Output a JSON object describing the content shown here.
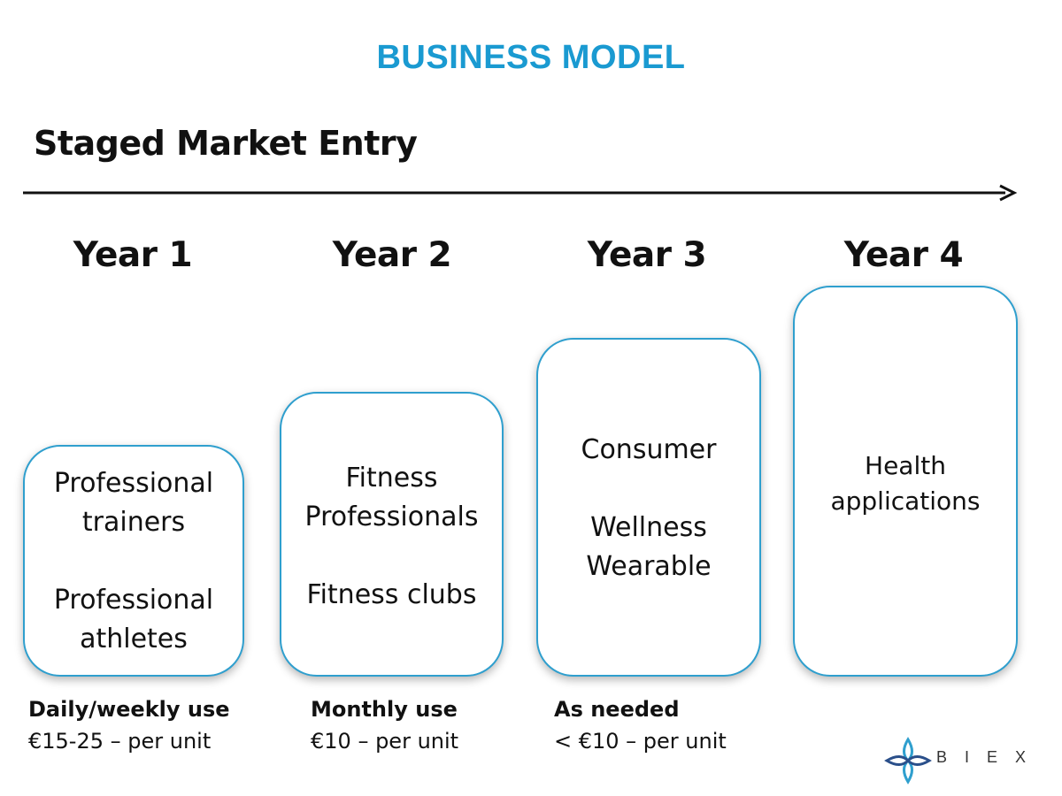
{
  "title": "BUSINESS MODEL",
  "subtitle": "Staged Market Entry",
  "colors": {
    "accent": "#1a9ad1",
    "box_border": "#2f9fce"
  },
  "stages": [
    {
      "year": "Year 1",
      "lines": [
        "Professional",
        "trainers",
        "",
        "Professional",
        "athletes"
      ],
      "frequency": "Daily/weekly use",
      "price": "€15-25 – per unit"
    },
    {
      "year": "Year 2",
      "lines": [
        "Fitness",
        "Professionals",
        "",
        "Fitness clubs"
      ],
      "frequency": "Monthly use",
      "price": "€10 – per unit"
    },
    {
      "year": "Year 3",
      "lines": [
        "Consumer",
        "",
        "Wellness",
        "Wearable"
      ],
      "frequency": "As needed",
      "price": "< €10 – per unit"
    },
    {
      "year": "Year 4",
      "lines": [
        "Health",
        "applications"
      ],
      "frequency": "",
      "price": ""
    }
  ],
  "logo": {
    "text": "BIEX",
    "icon": "biex-logo-icon"
  }
}
